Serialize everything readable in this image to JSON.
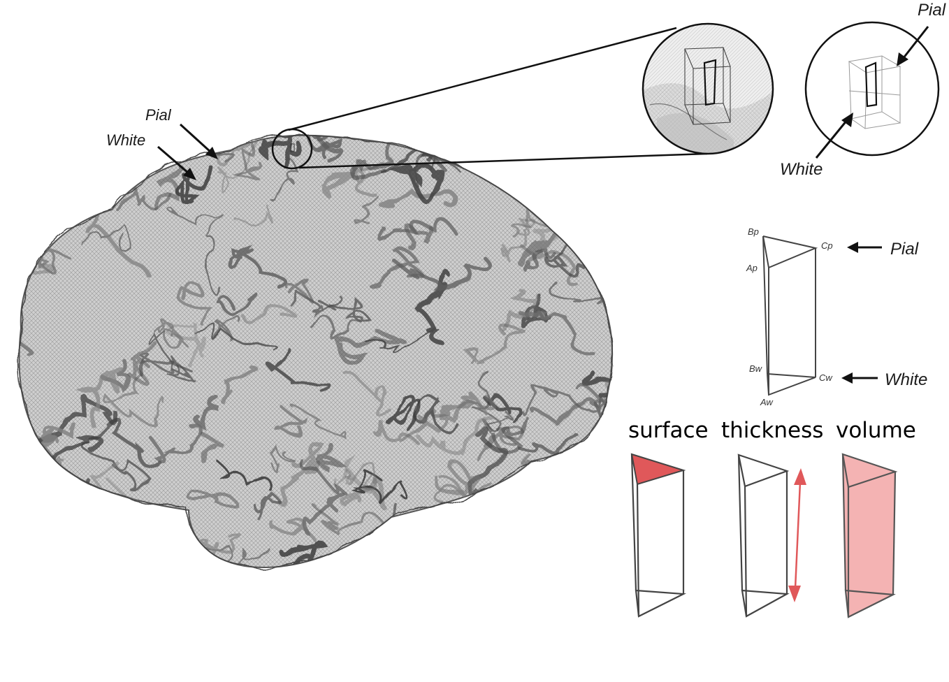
{
  "labels": {
    "pial": "Pial",
    "white": "White"
  },
  "vertices": {
    "bp": "Bp",
    "cp": "Cp",
    "ap": "Ap",
    "bw": "Bw",
    "cw": "Cw",
    "aw": "Aw"
  },
  "metrics": {
    "surface": "surface",
    "thickness": "thickness",
    "volume": "volume"
  },
  "colors": {
    "highlight": "#e0585a",
    "highlight_fill": "#ef9898",
    "highlight_light": "#f4b3b3",
    "line": "#333333",
    "brain": "#5a5a5a"
  }
}
